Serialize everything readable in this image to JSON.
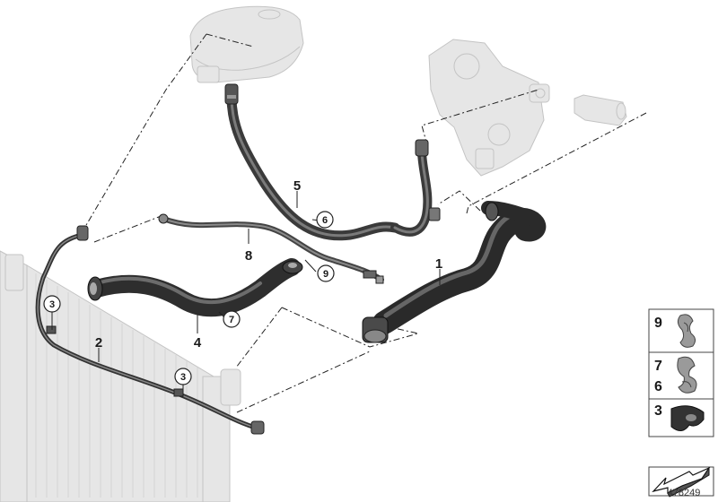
{
  "diagram": {
    "part_labels": {
      "p1": "1",
      "p2": "2",
      "p3a": "3",
      "p3b": "3",
      "p4": "4",
      "p5": "5",
      "p6": "6",
      "p7": "7",
      "p8": "8",
      "p9": "9"
    },
    "legend": {
      "box1": "9",
      "box2a": "7",
      "box2b": "6",
      "box3": "3"
    },
    "diagram_number": "478249"
  }
}
